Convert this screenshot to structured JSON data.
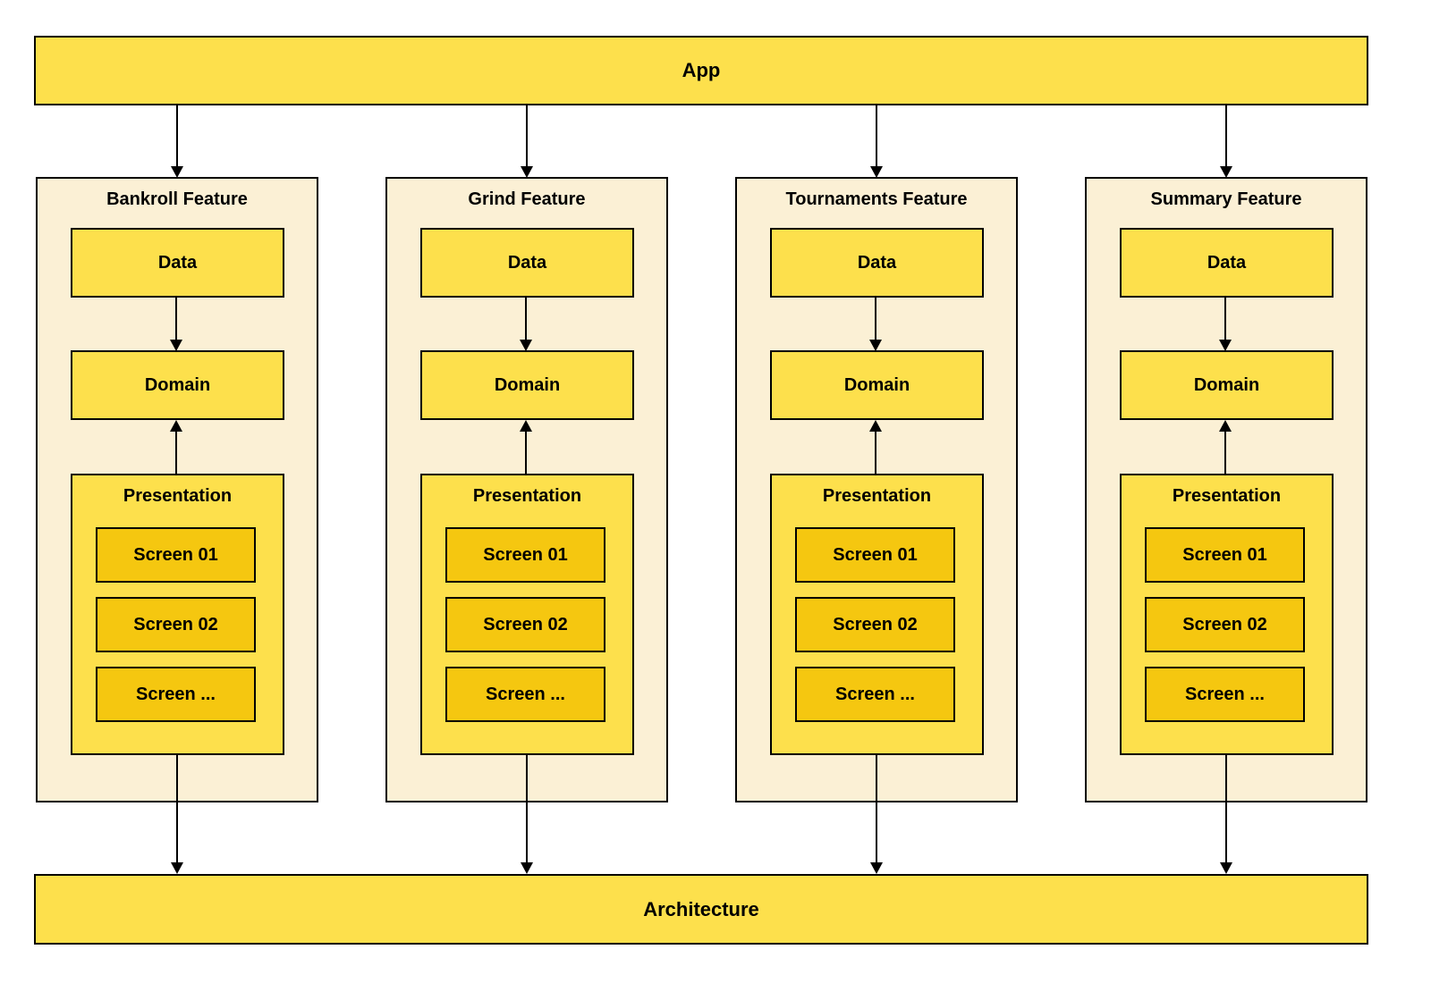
{
  "diagram": {
    "app_bar": {
      "label": "App"
    },
    "architecture_bar": {
      "label": "Architecture"
    },
    "features": [
      {
        "title": "Bankroll Feature",
        "data_label": "Data",
        "domain_label": "Domain",
        "presentation_label": "Presentation",
        "screens": [
          "Screen 01",
          "Screen 02",
          "Screen ..."
        ]
      },
      {
        "title": "Grind Feature",
        "data_label": "Data",
        "domain_label": "Domain",
        "presentation_label": "Presentation",
        "screens": [
          "Screen 01",
          "Screen 02",
          "Screen ..."
        ]
      },
      {
        "title": "Tournaments Feature",
        "data_label": "Data",
        "domain_label": "Domain",
        "presentation_label": "Presentation",
        "screens": [
          "Screen 01",
          "Screen 02",
          "Screen ..."
        ]
      },
      {
        "title": "Summary Feature",
        "data_label": "Data",
        "domain_label": "Domain",
        "presentation_label": "Presentation",
        "screens": [
          "Screen 01",
          "Screen 02",
          "Screen ..."
        ]
      }
    ],
    "colors": {
      "node_yellow": "#FDE04C",
      "screen_gold": "#F5C710",
      "feature_cream": "#FBF0D5",
      "border": "#000000",
      "text": "#000000",
      "canvas": "#FFFFFF"
    }
  }
}
